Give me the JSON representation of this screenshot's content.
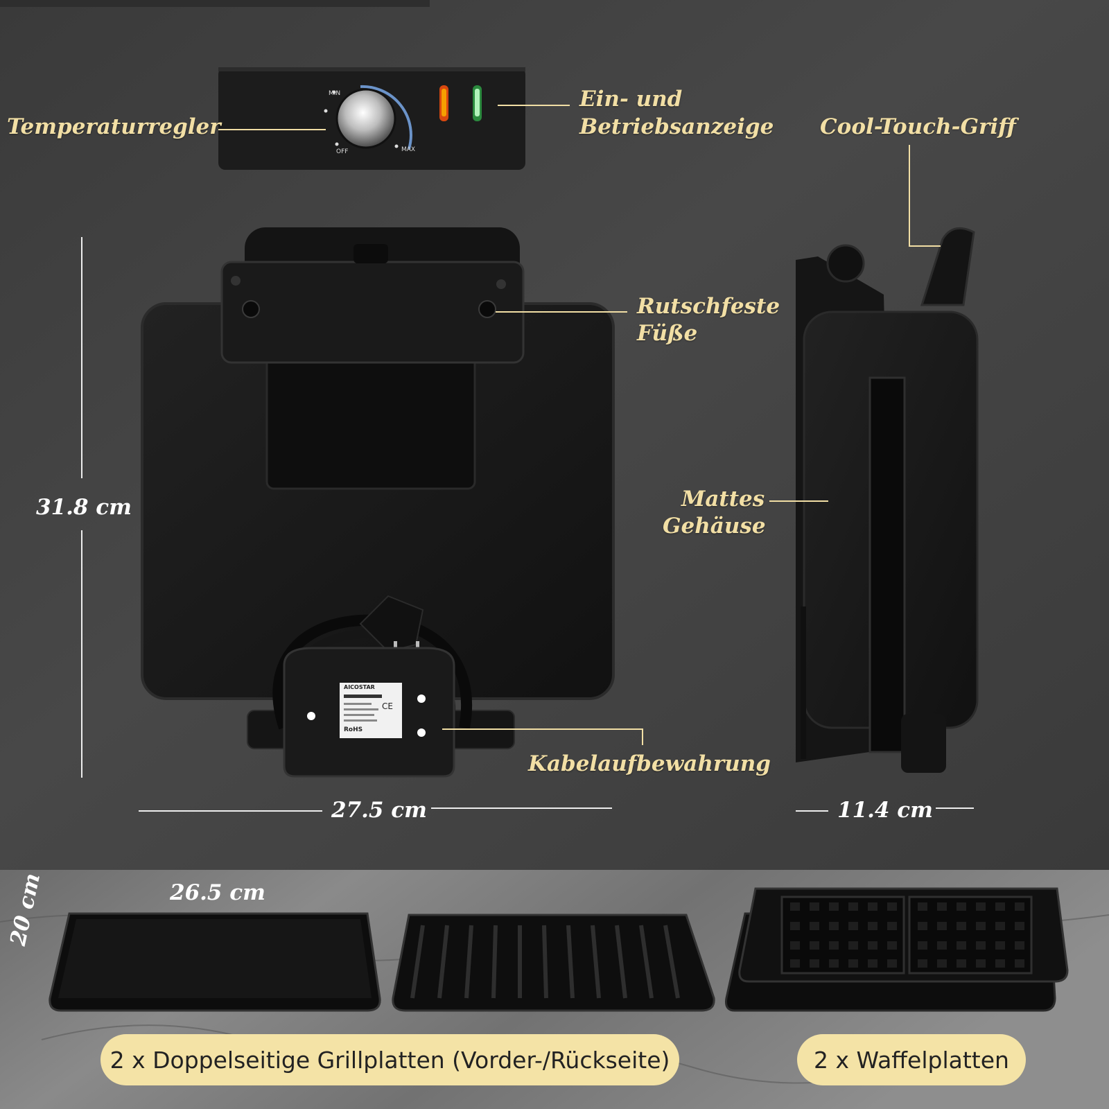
{
  "control_panel": {
    "dial_min": "MIN",
    "dial_off": "OFF",
    "dial_max": "MAX"
  },
  "labels": {
    "temperature": "Temperaturregler",
    "indicator_line1": "Ein- und",
    "indicator_line2": "Betriebsanzeige",
    "handle": "Cool-Touch-Griff",
    "feet_line1": "Rutschfeste",
    "feet_line2": "Füße",
    "housing_line1": "Mattes",
    "housing_line2": "Gehäuse",
    "cable": "Kabelaufbewahrung"
  },
  "dimensions": {
    "height": "31.8 cm",
    "width": "27.5 cm",
    "depth": "11.4 cm",
    "plate_width": "26.5 cm",
    "plate_depth": "20 cm"
  },
  "rating_label": {
    "brand": "AICOSTAR",
    "ce": "CE",
    "rohs": "RoHS"
  },
  "pills": {
    "grill_plates": "2 x Doppelseitige Grillplatten (Vorder-/Rückseite)",
    "waffle_plates": "2 x Waffelplatten"
  },
  "colors": {
    "background": "#3c3c3c",
    "label_gold": "#f2dfa5",
    "pill": "#f4e3a6",
    "appliance": "#1a1a1a"
  }
}
